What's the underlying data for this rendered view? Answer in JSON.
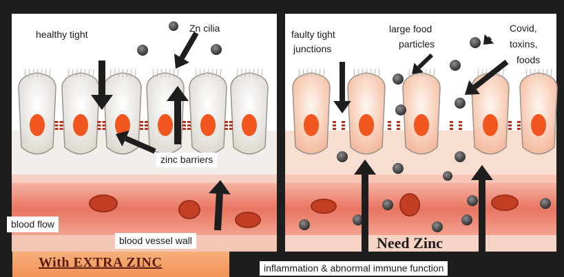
{
  "labels": {
    "healthy_tight": "healthy tight",
    "zn_cilia": "Zn cilia",
    "faulty_tight": "faulty tight",
    "faulty_junctions": "junctions",
    "large_food": "large food",
    "particles": "particles",
    "covid_1": "Covid,",
    "covid_2": "toxins,",
    "covid_3": "foods",
    "zinc_barriers": "zinc barriers",
    "blood_flow": "blood flow",
    "blood_vessel_wall": "blood vessel wall",
    "with_extra_zinc": "With EXTRA ZINC",
    "need_zinc": "Need Zinc",
    "inflammation": "inflammation & abnormal immune function"
  },
  "colors": {
    "frame": "#1e1e1e",
    "cell_fill": "#f6f4f1",
    "nucleus": "#f0561e",
    "vessel": "#ea7e68",
    "blood_cell": "#c23f24",
    "particle": "#4a4a4a",
    "arrow": "#1e1e1e"
  }
}
